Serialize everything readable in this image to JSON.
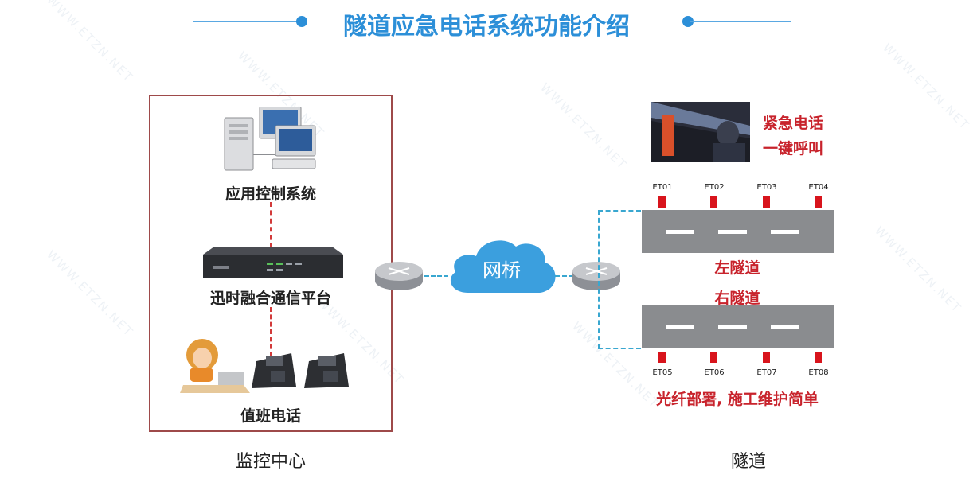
{
  "title": "隧道应急电话系统功能介绍",
  "monitor_center": {
    "caption": "监控中心",
    "app_system": "应用控制系统",
    "platform": "迅时融合通信平台",
    "duty_phone": "值班电话"
  },
  "network": {
    "bridge": "网桥"
  },
  "tunnel": {
    "caption": "隧道",
    "emergency_line1": "紧急电话",
    "emergency_line2": "一键呼叫",
    "left_tunnel": "左隧道",
    "right_tunnel": "右隧道",
    "top_posts": [
      "ET01",
      "ET02",
      "ET03",
      "ET04"
    ],
    "bottom_posts": [
      "ET05",
      "ET06",
      "ET07",
      "ET08"
    ],
    "footer": "光纤部署, 施工维护简单"
  },
  "watermark": "WWW.ETZN.NET",
  "colors": {
    "title": "#2c8fd8",
    "accent_red": "#c8232c",
    "frame": "#9e4a4a",
    "fiber": "#39a7d0"
  }
}
